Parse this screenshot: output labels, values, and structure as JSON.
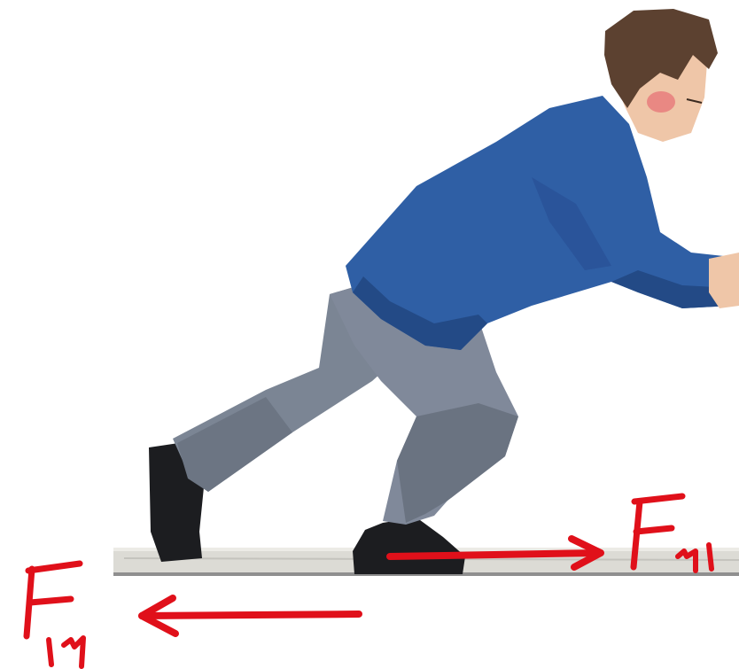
{
  "scene": {
    "description_free": true,
    "colors": {
      "background": "#ffffff",
      "shirt": "#2f5fa5",
      "shirt_shadow": "#234a86",
      "pants": "#7b8594",
      "pants_shadow": "#5f6875",
      "shoes": "#1c1d20",
      "skin": "#efc6a8",
      "cheek": "#e77c7c",
      "hair": "#5c4130",
      "floor": "#d9d8d2",
      "floor_edge": "#8f8f8f",
      "annotation": "#e0101a"
    }
  },
  "annotations": {
    "force_right": {
      "letter": "F",
      "subscript": "۲۱"
    },
    "force_left": {
      "letter": "F",
      "subscript": "۱۲"
    }
  }
}
